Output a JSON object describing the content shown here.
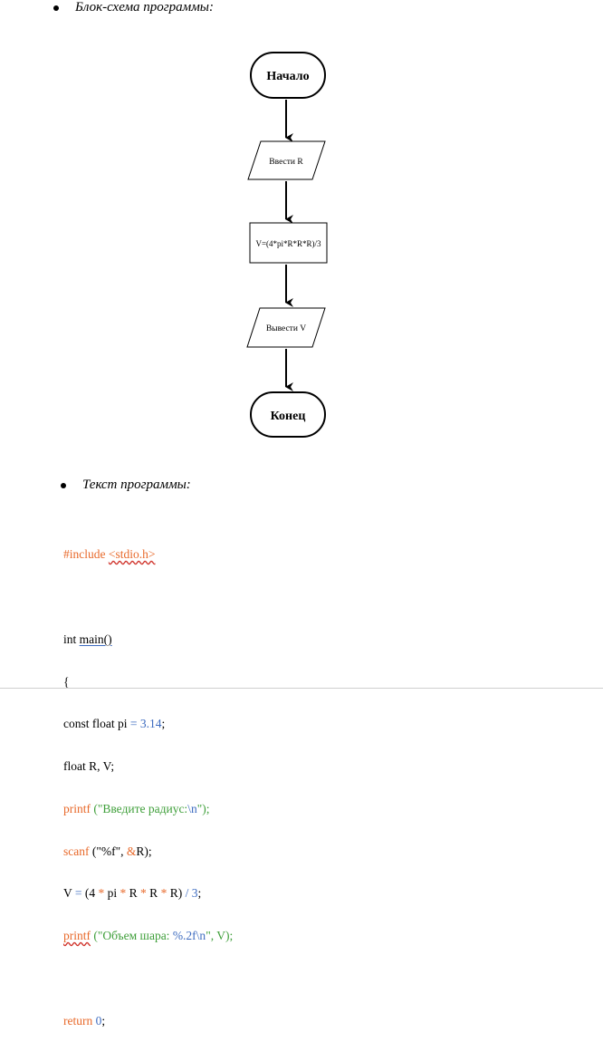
{
  "headings": {
    "flowchart": "Блок-схема программы:",
    "program_text": "Текст программы:"
  },
  "flowchart": {
    "start": "Начало",
    "input": "Ввести R",
    "process": "V=(4*pi*R*R*R)/3",
    "output": "Вывести V",
    "end": "Конец"
  },
  "code": {
    "include_directive": "#include",
    "include_file": "<stdio.h>",
    "int_kw": "int ",
    "main_name": "main()",
    "open_brace": "{",
    "l4_a": "const float pi ",
    "l4_b": "= 3.14",
    "l4_c": ";",
    "l5": "float R, V;",
    "l6_a": "printf",
    "l6_b": " (\"Введите радиус:",
    "l6_c": "\\n",
    "l6_d": "\");",
    "l7_a": "scanf",
    "l7_b": " (\"%f\", ",
    "l7_c": "&",
    "l7_d": "R);",
    "l8_a": "V ",
    "l8_b": "=",
    "l8_c": " (4 ",
    "l8_d": "*",
    "l8_e": " pi ",
    "l8_f": "*",
    "l8_g": " R ",
    "l8_h": "*",
    "l8_i": " R ",
    "l8_j": "*",
    "l8_k": " R) ",
    "l8_l": "/ 3",
    "l8_m": ";",
    "l9_a": "printf",
    "l9_b": " (\"Объем шара: ",
    "l9_c": "%.2f\\n",
    "l9_d": "\", V);",
    "return_kw": "return",
    "return_val": " 0",
    "return_end": ";"
  },
  "colors": {
    "orange": "#e8692a",
    "green": "#3f9f3a",
    "blue": "#3e6cc0",
    "spell_red": "#d0342c"
  }
}
